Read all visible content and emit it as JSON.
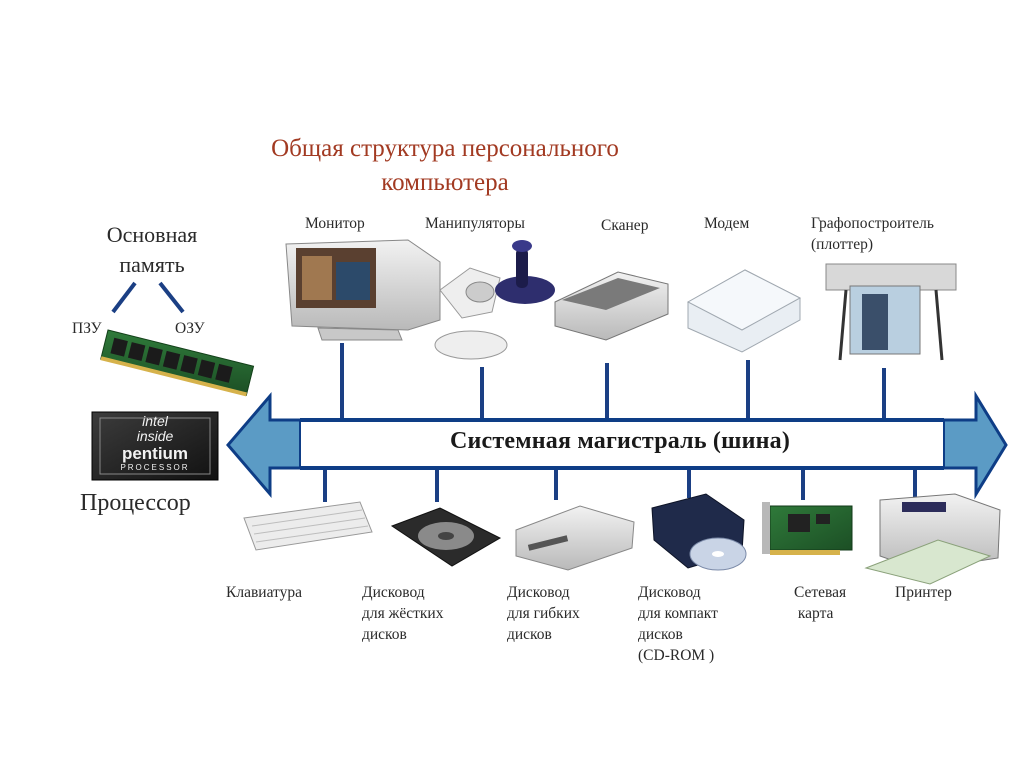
{
  "title_line1": "Общая структура персонального",
  "title_line2": "компьютера",
  "memory": {
    "label_line1": "Основная",
    "label_line2": "память",
    "rom": "ПЗУ",
    "ram": "ОЗУ"
  },
  "processor": {
    "label": "Процессор",
    "chip_text1": "intel",
    "chip_text2": "inside",
    "chip_text3": "pentium",
    "chip_text4": "PROCESSOR"
  },
  "bus": {
    "label": "Системная магистраль (шина)"
  },
  "top_devices": [
    {
      "label_line1": "Монитор",
      "label_line2": ""
    },
    {
      "label_line1": "Манипуляторы",
      "label_line2": ""
    },
    {
      "label_line1": "Сканер",
      "label_line2": ""
    },
    {
      "label_line1": "Модем",
      "label_line2": ""
    },
    {
      "label_line1": "Графопостроитель",
      "label_line2": "(плоттер)"
    }
  ],
  "bottom_devices": [
    {
      "lines": [
        "Клавиатура"
      ]
    },
    {
      "lines": [
        "Дисковод",
        "для жёстких",
        "дисков"
      ]
    },
    {
      "lines": [
        "Дисковод",
        "для гибких",
        "дисков"
      ]
    },
    {
      "lines": [
        "Дисковод",
        "для компакт",
        "дисков",
        "(CD-ROM )"
      ]
    },
    {
      "lines": [
        "Сетевая",
        " карта"
      ]
    },
    {
      "lines": [
        "Принтер"
      ]
    }
  ],
  "colors": {
    "title": "#a23a22",
    "bus_arrow_fill": "#5b9bc5",
    "bus_line": "#0e3d86",
    "connector": "#1b3f84"
  }
}
